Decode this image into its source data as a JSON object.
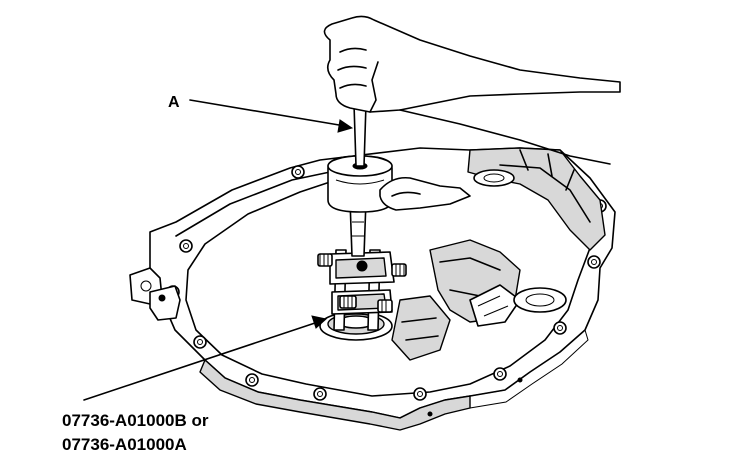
{
  "callouts": {
    "a_label": "A",
    "tool_line_1": "07736-A01000B or",
    "tool_line_2": "07736-A01000A"
  },
  "colors": {
    "ink": "#000000",
    "background": "#ffffff",
    "shade": "#d8d8d8"
  }
}
